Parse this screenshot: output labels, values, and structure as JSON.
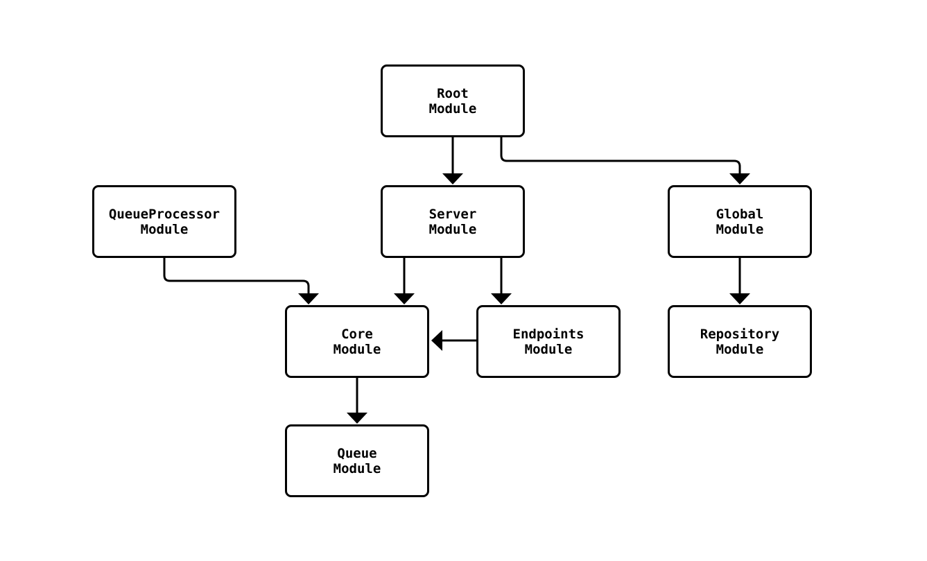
{
  "diagram": {
    "background_color": "#ffffff",
    "node_fill_color": "#ffffff",
    "node_border_color": "#000000",
    "edge_color": "#000000",
    "nodes": [
      {
        "id": "root",
        "label": "Root\nModule"
      },
      {
        "id": "queueprocessor",
        "label": "QueueProcessor\nModule"
      },
      {
        "id": "server",
        "label": "Server\nModule"
      },
      {
        "id": "global",
        "label": "Global\nModule"
      },
      {
        "id": "core",
        "label": "Core\nModule"
      },
      {
        "id": "endpoints",
        "label": "Endpoints\nModule"
      },
      {
        "id": "repository",
        "label": "Repository\nModule"
      },
      {
        "id": "queue",
        "label": "Queue\nModule"
      }
    ],
    "edges": [
      {
        "from": "root",
        "to": "server"
      },
      {
        "from": "root",
        "to": "global"
      },
      {
        "from": "queueprocessor",
        "to": "core"
      },
      {
        "from": "server",
        "to": "core"
      },
      {
        "from": "server",
        "to": "endpoints"
      },
      {
        "from": "global",
        "to": "repository"
      },
      {
        "from": "endpoints",
        "to": "core"
      },
      {
        "from": "core",
        "to": "queue"
      }
    ]
  }
}
